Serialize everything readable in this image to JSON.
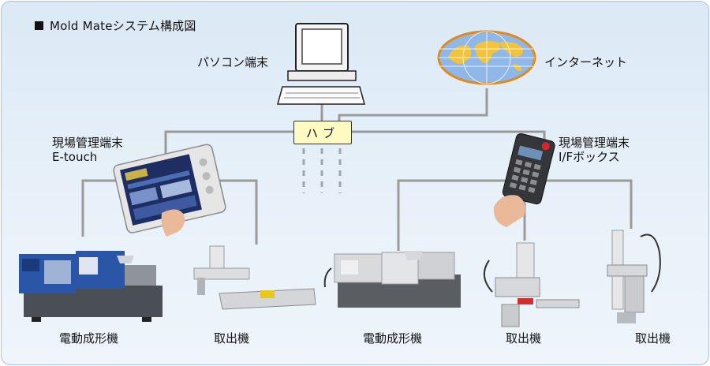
{
  "heading": "Mold Mateシステム構成図",
  "nodes": {
    "pc": "パソコン端末",
    "internet": "インターネット",
    "hub": "ハブ",
    "etouch_line1": "現場管理端末",
    "etouch_line2": "E-touch",
    "ifbox_line1": "現場管理端末",
    "ifbox_line2": "I/Fボックス",
    "machine_left": "電動成形機",
    "robot_left": "取出機",
    "machine_right": "電動成形機",
    "robot_mid": "取出機",
    "robot_right": "取出機"
  },
  "colors": {
    "background": "#e3eef8",
    "connector": "#9a9a9a",
    "hub_fill": "#fff9c2"
  }
}
